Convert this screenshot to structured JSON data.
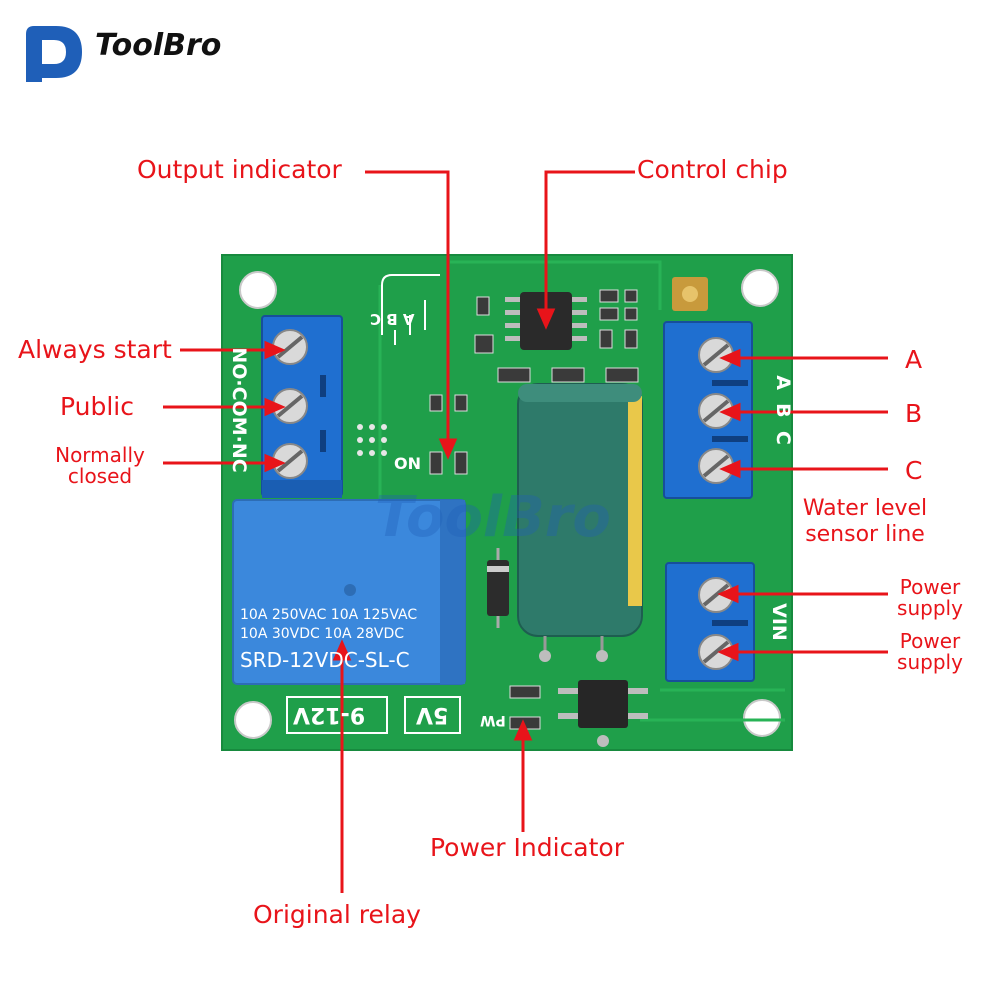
{
  "brand": {
    "name": "ToolBro"
  },
  "labels": {
    "output_indicator": "Output indicator",
    "control_chip": "Control chip",
    "always_start": "Always start",
    "public": "Public",
    "normally_closed": "Normally closed",
    "a": "A",
    "b": "B",
    "c": "C",
    "water_level_sensor_line": "Water level sensor line",
    "power_supply_1": "Power supply",
    "power_supply_2": "Power supply",
    "power_indicator": "Power Indicator",
    "original_relay": "Original relay"
  },
  "board": {
    "left_terminal_label": "NO·COM·NC",
    "right_terminal_label": "A  B  C",
    "vin_label": "VIN",
    "on_label": "ON",
    "pw_label": "PW",
    "voltage_left": "9-12V",
    "voltage_right": "5V",
    "abc_vertical": "A B C",
    "relay_ratings": [
      "10A 250VAC  10A 125VAC",
      "10A  30VDC  10A  28VDC"
    ],
    "relay_model": "SRD-12VDC-SL-C",
    "watermark": "ToolBro"
  },
  "colors": {
    "pcb": "#1f9f4a",
    "terminal": "#1f6fd0",
    "relay": "#3b88dc",
    "callout": "#e8141a",
    "logo": "#1f5fb8"
  }
}
